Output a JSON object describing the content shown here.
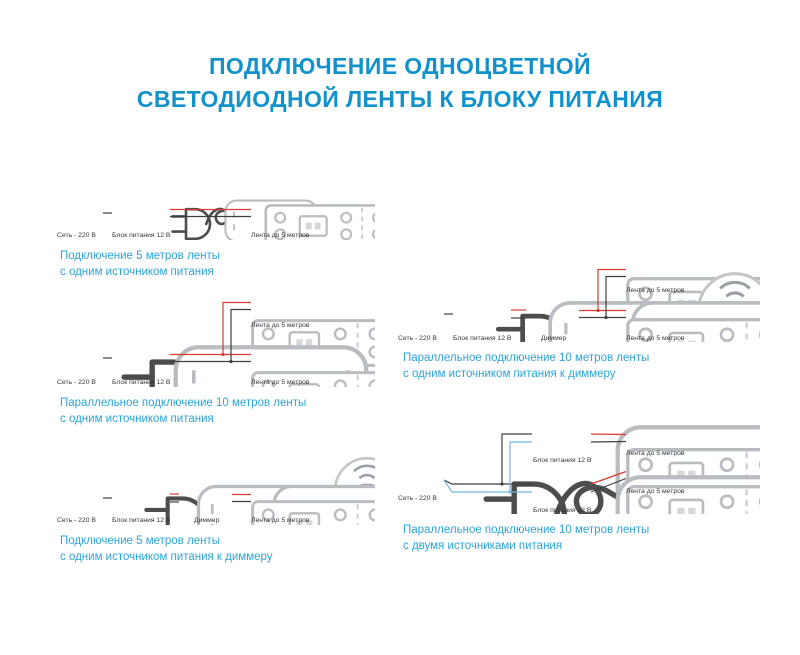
{
  "title": {
    "line1": "ПОДКЛЮЧЕНИЕ ОДНОЦВЕТНОЙ",
    "line2": "СВЕТОДИОДНОЙ ЛЕНТЫ К БЛОКУ ПИТАНИЯ"
  },
  "labels": {
    "mains": "Сеть - 220 В",
    "psu": "Блок питания 12 В",
    "dimmer": "Диммер",
    "strip": "Лента до 5 метров"
  },
  "diagrams": [
    {
      "caption1": "Подключение 5 метров ленты",
      "caption2": "с одним источником питания"
    },
    {
      "caption1": "Параллельное подключение 10 метров ленты",
      "caption2": "с одним источником питания"
    },
    {
      "caption1": "Подключение 5 метров ленты",
      "caption2": "с одним источником питания к диммеру"
    },
    {
      "caption1": "Параллельное подключение 10 метров ленты",
      "caption2": "с одним источником питания к диммеру"
    },
    {
      "caption1": "Параллельное подключение 10 метров ленты",
      "caption2": "с двумя источниками питания"
    }
  ],
  "icons": {
    "plug-icon": "AC power plug with curled cord",
    "power-supply-box": "12V power supply unit",
    "dimmer-box": "dimmer unit",
    "led-strip": "LED strip segment",
    "remote-icon": "radio remote control with signal waves"
  },
  "colors": {
    "title_blue": "#1292cb",
    "caption_blue": "#2da4d8",
    "wire_red": "#d93a35",
    "wire_dark": "#3f3f3f",
    "wire_blue": "#72b6d9",
    "outline_gray": "#b9bdc1"
  }
}
